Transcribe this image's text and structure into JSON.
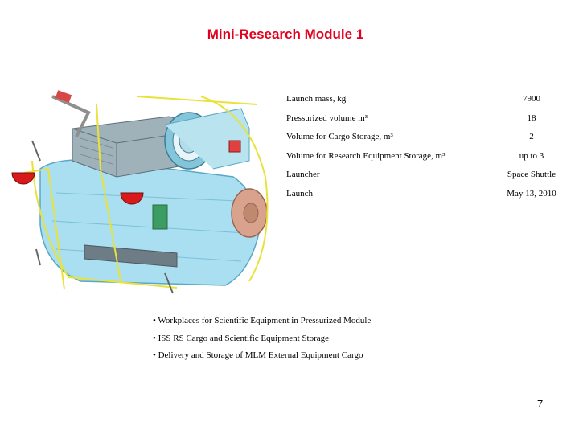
{
  "title": "Mini-Research Module 1",
  "specs": [
    {
      "label": "Launch mass, kg",
      "value": "7900"
    },
    {
      "label": "Pressurized volume m³",
      "value": "18"
    },
    {
      "label": "Volume for Cargo Storage, m³",
      "value": "2"
    },
    {
      "label": "Volume for Research Equipment Storage, m³",
      "value": "up to 3"
    },
    {
      "label": "Launcher",
      "value": "Space Shuttle"
    },
    {
      "label": "Launch",
      "value": "May 13, 2010"
    }
  ],
  "bullets": [
    "• Workplaces for Scientific Equipment in Pressurized Module",
    "• ISS RS Cargo and Scientific Equipment Storage",
    "• Delivery and Storage of MLM External Equipment Cargo"
  ],
  "page_number": "7",
  "colors": {
    "title": "#e1001e",
    "module_body": "#a9dff0",
    "frame": "#e8e23a",
    "red_parts": "#d91a1a",
    "hatch": "#d8a28c"
  }
}
